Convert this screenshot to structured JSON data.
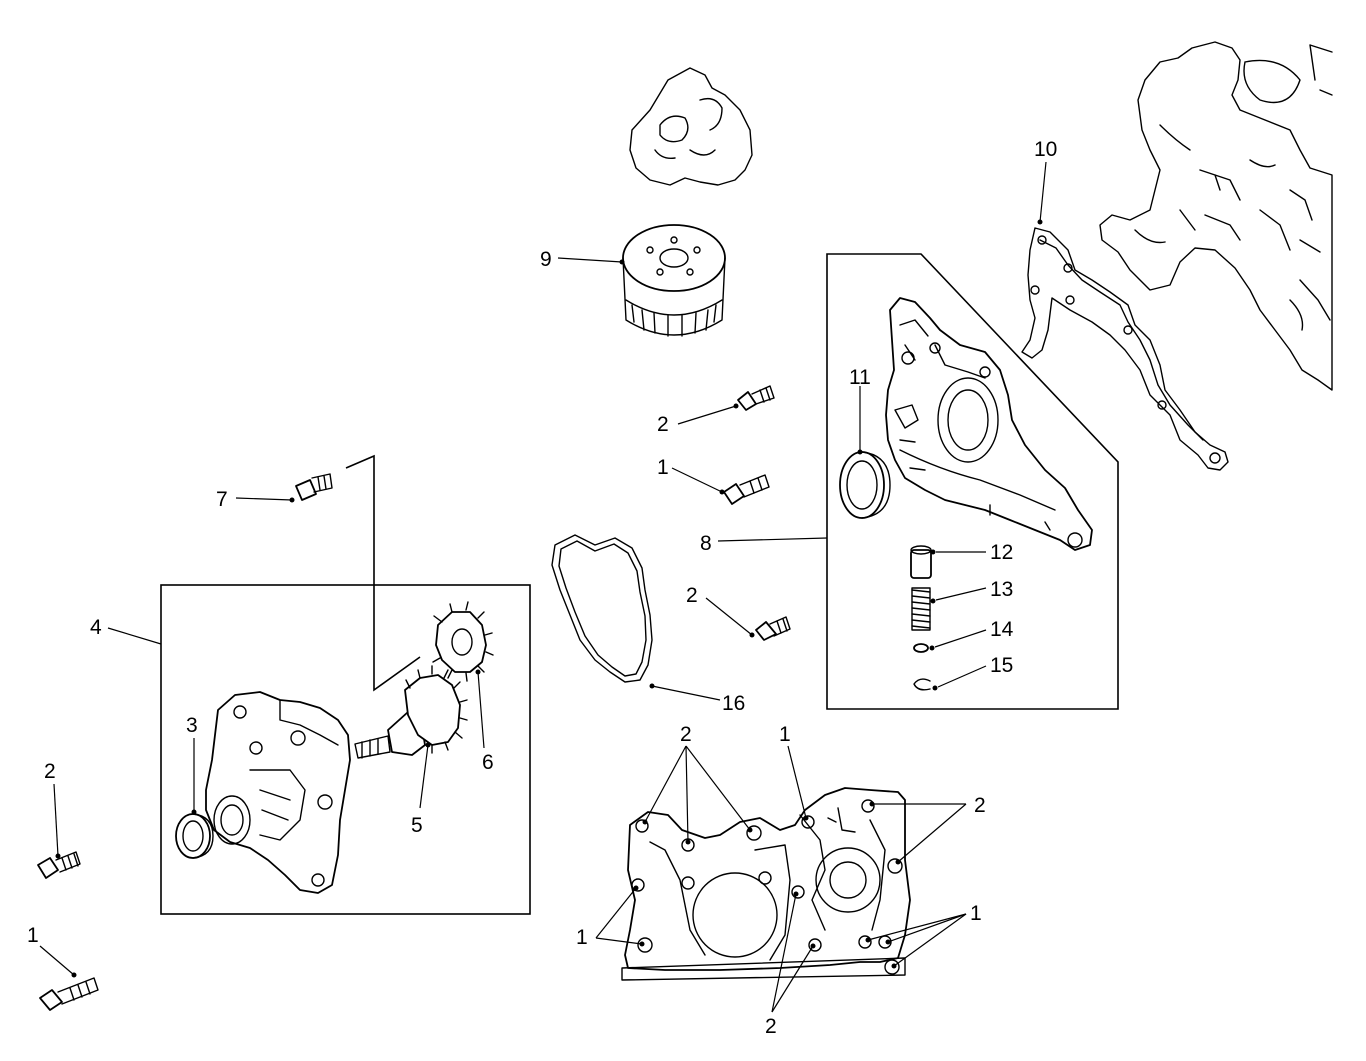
{
  "labels": {
    "l1_bolt": "1",
    "l2_bolt": "2",
    "l3": "3",
    "l4": "4",
    "l5": "5",
    "l6": "6",
    "l7": "7",
    "l8": "8",
    "l9": "9",
    "l10": "10",
    "l11": "11",
    "l12": "12",
    "l13": "13",
    "l14": "14",
    "l15": "15",
    "l16": "16",
    "l2_upper": "2",
    "l1_upper": "1",
    "l2_mid": "2",
    "l2_cover_top": "2",
    "l1_cover_top": "1",
    "l2_cover_right": "2",
    "l1_cover_right": "1",
    "l1_cover_left": "1",
    "l2_cover_bottom": "2"
  }
}
